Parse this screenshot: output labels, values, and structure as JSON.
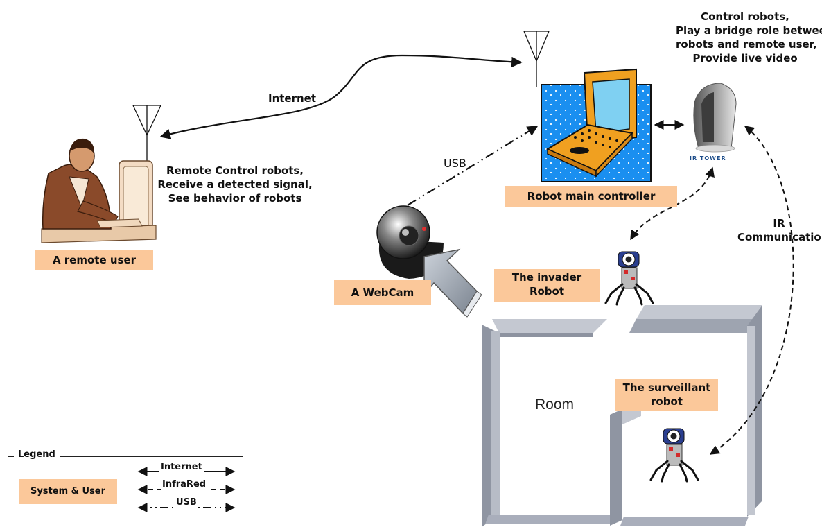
{
  "nodes": {
    "remote_user": {
      "label": "A remote user"
    },
    "controller": {
      "label": "Robot main controller"
    },
    "webcam": {
      "label": "A WebCam"
    },
    "invader": {
      "label_line1": "The invader",
      "label_line2": "Robot"
    },
    "surveillant": {
      "label_line1": "The surveillant",
      "label_line2": "robot"
    },
    "ir_tower": {
      "label": "IR TOWER"
    },
    "room": {
      "label": "Room"
    }
  },
  "annotations": {
    "controller_roles": [
      "Control robots,",
      "Play a bridge role between",
      "robots and remote user,",
      "Provide live video"
    ],
    "user_roles": [
      "Remote Control robots,",
      "Receive a detected signal,",
      "See behavior of robots"
    ]
  },
  "edges": {
    "internet": {
      "label": "Internet",
      "style": "solid"
    },
    "usb": {
      "label": "USB",
      "style": "dash-dot-dot"
    },
    "ir": {
      "label_line1": "IR",
      "label_line2": "Communication",
      "style": "dashed"
    }
  },
  "legend": {
    "title": "Legend",
    "swatch_label": "System & User",
    "items": [
      {
        "label": "Internet",
        "style": "solid"
      },
      {
        "label": "InfraRed",
        "style": "dashed"
      },
      {
        "label": "USB",
        "style": "dash-dot-dot"
      }
    ]
  },
  "colors": {
    "label_bg": "#fbc89a",
    "screen_bg": "#1a8ff0",
    "laptop_orange": "#f0a020",
    "wall_gray": "#a9aebb"
  }
}
